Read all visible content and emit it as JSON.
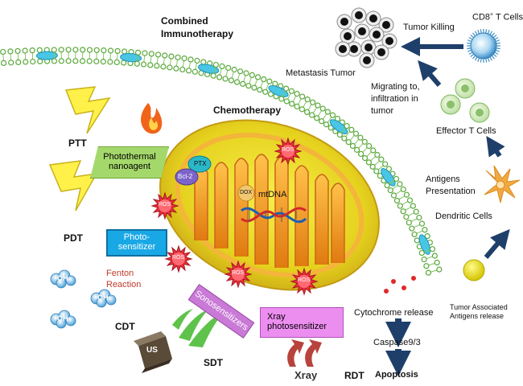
{
  "title_line1": "Combined",
  "title_line2": "Immunotherapy",
  "chemotherapy": "Chemotherapy",
  "metastasis": "Metastasis Tumor",
  "ptt": "PTT",
  "pdt": "PDT",
  "cdt": "CDT",
  "sdt": "SDT",
  "rdt": "RDT",
  "photothermal_line1": "Photothermal",
  "photothermal_line2": "nanoagent",
  "photo_line1": "Photo-",
  "photo_line2": "sensitizer",
  "fenton_line1": "Fenton",
  "fenton_line2": "Reaction",
  "oh_label": "·OH",
  "ros_label": "ROS",
  "ptx": "PTX",
  "bcl2": "Bcl-2",
  "dox": "DOX",
  "mtdna": "mtDNA",
  "sonosensitizers": "Sonosensitizers",
  "us_label": "US",
  "xray_ps_line1": "Xray",
  "xray_ps_line2": "photosensitizer",
  "xray": "Xray",
  "cytochrome": "Cytochrome release",
  "caspase": "Caspase9/3",
  "apoptosis": "Apoptosis",
  "taa_line1": "Tumor Associated",
  "taa_line2": "Antigens release",
  "dendritic": "Dendritic Cells",
  "antigens_line1": "Antigens",
  "antigens_line2": "Presentation",
  "effector": "Effector T Cells",
  "migrating_line1": "Migrating to,",
  "migrating_line2": "infiltration in",
  "migrating_line3": "tumor",
  "cd8_prefix": "CD8",
  "cd8_sup": "+",
  "cd8_suffix": " T Cells",
  "tumor_killing": "Tumor Killing",
  "colors": {
    "membrane": "#6cc24a",
    "channel": "#49c6e5",
    "mito_outer": "#e8df2a",
    "mito_inner": "#f0a020",
    "ros": "#e8303a",
    "arrow": "#1f3f6b",
    "sono": "#c97ad6",
    "xray_box": "#ec8ef0",
    "photothermal": "#a5d86b",
    "photosens": "#19a8e6"
  }
}
